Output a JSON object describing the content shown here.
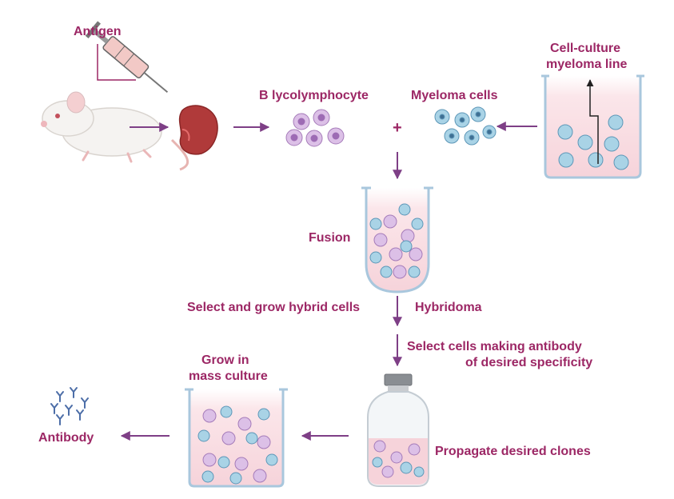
{
  "labels": {
    "antigen": "Antigen",
    "b_cell": "B lycolymphocyte",
    "myeloma_cells": "Myeloma cells",
    "culture_line_1": "Cell-culture",
    "culture_line_2": "myeloma line",
    "plus": "+",
    "fusion": "Fusion",
    "select_grow": "Select and grow hybrid cells",
    "hybridoma": "Hybridoma",
    "select_making_1": "Select cells making antibody",
    "select_making_2": "of desired specificity",
    "grow_mass_1": "Grow in",
    "grow_mass_2": "mass culture",
    "propagate": "Propagate desired clones",
    "antibody": "Antibody"
  },
  "colors": {
    "label": "#9c2765",
    "arrow": "#7e3f86",
    "myeloma_cell": "#8fc5dd",
    "b_cell": "#c9a1d9",
    "medium": "#f9dde3",
    "spleen": "#b03a3a",
    "antibody": "#4d6ea8"
  }
}
